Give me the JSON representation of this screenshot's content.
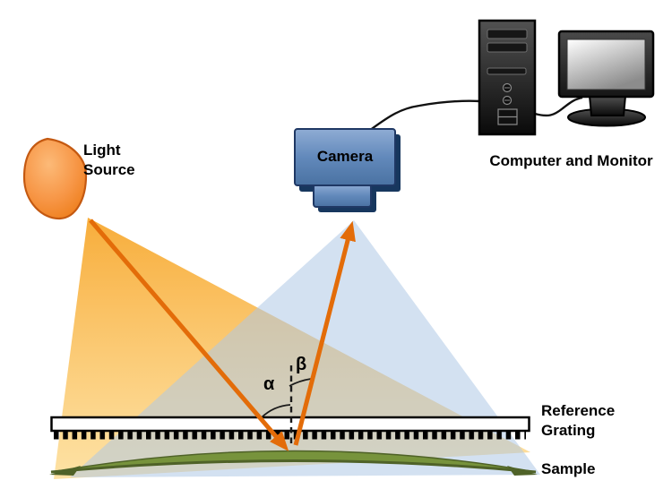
{
  "diagram": {
    "labels": {
      "light_source": "Light\nSource",
      "camera": "Camera",
      "computer_monitor": "Computer and Monitor",
      "reference_grating": "Reference\nGrating",
      "sample": "Sample",
      "angle_alpha": "α",
      "angle_beta": "β"
    },
    "colors": {
      "ray_orange": "#E36C09",
      "light_source_fill": "#F79646",
      "light_source_edge": "#C45911",
      "camera_edge": "#1F3864",
      "illumination_beam": "#F7A62A",
      "viewing_beam": "#AFC8E5",
      "sample_fill": "#77933C",
      "sample_edge": "#4F6228",
      "grating_fill": "#FFFFFF",
      "grating_edge": "#000000"
    }
  }
}
